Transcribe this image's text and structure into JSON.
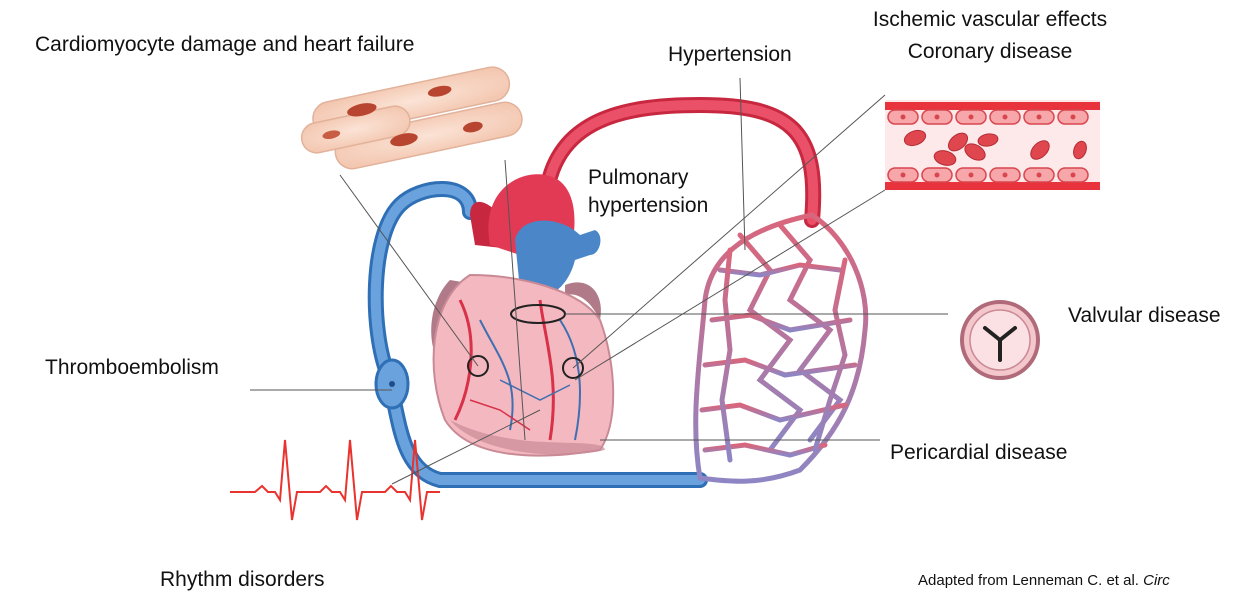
{
  "labels": {
    "cardiomyocyte": "Cardiomyocyte damage and heart failure",
    "ischemic_line1": "Ischemic vascular effects",
    "ischemic_line2": "Coronary disease",
    "hypertension": "Hypertension",
    "pulmonary_line1": "Pulmonary",
    "pulmonary_line2": "hypertension",
    "valvular": "Valvular disease",
    "thromboembolism": "Thromboembolism",
    "pericardial": "Pericardial disease",
    "rhythm": "Rhythm disorders"
  },
  "credit": {
    "text": "Adapted from Lenneman C. et al. ",
    "journal": "Circ"
  },
  "colors": {
    "artery_red": "#e23a55",
    "vein_blue": "#4a86c8",
    "heart_pink": "#f3b8c0",
    "capillary_purple": "#9a7bb0",
    "ecg_red": "#e8332e",
    "leader_gray": "#555555"
  }
}
